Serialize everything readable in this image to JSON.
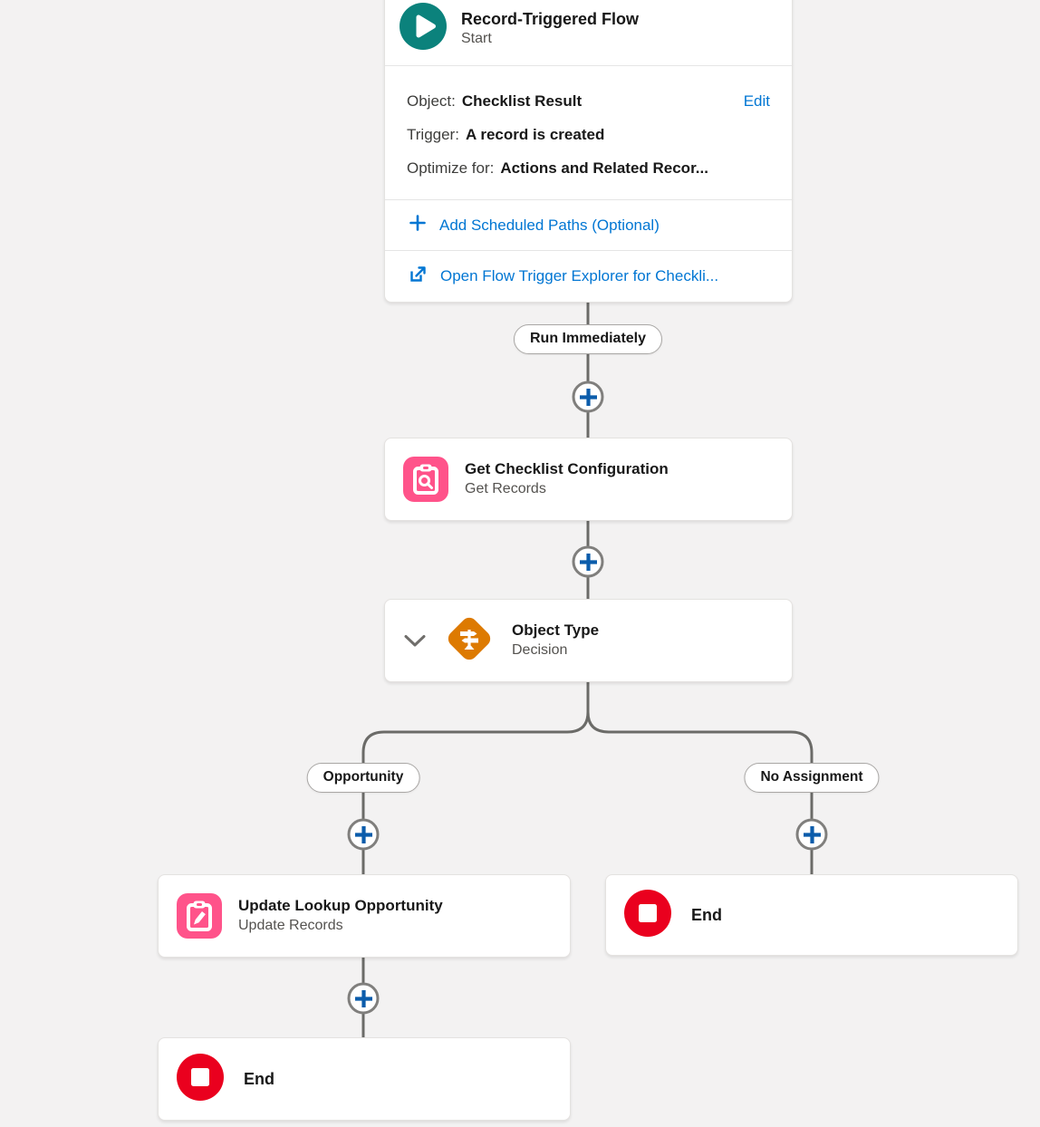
{
  "colors": {
    "link_blue": "#0176d3",
    "start_teal": "#0b827c",
    "data_pink": "#ff538a",
    "decision_orange": "#dd7a01",
    "end_red": "#ea001e",
    "connector_gray": "#6b6b68"
  },
  "start_node": {
    "title": "Record-Triggered Flow",
    "subtitle": "Start",
    "object_label": "Object:",
    "object_value": "Checklist Result",
    "edit_link": "Edit",
    "trigger_label": "Trigger:",
    "trigger_value": "A record is created",
    "optimize_label": "Optimize for:",
    "optimize_value": "Actions and Related Recor...",
    "add_scheduled_paths": "Add Scheduled Paths (Optional)",
    "open_trigger_explorer": "Open Flow Trigger Explorer for Checkli..."
  },
  "run_immediately_pill": "Run Immediately",
  "get_node": {
    "title": "Get Checklist Configuration",
    "subtitle": "Get Records"
  },
  "decision_node": {
    "title": "Object Type",
    "subtitle": "Decision"
  },
  "branches": {
    "left_label": "Opportunity",
    "right_label": "No Assignment"
  },
  "update_node": {
    "title": "Update Lookup Opportunity",
    "subtitle": "Update Records"
  },
  "end_left": {
    "title": "End"
  },
  "end_right": {
    "title": "End"
  }
}
